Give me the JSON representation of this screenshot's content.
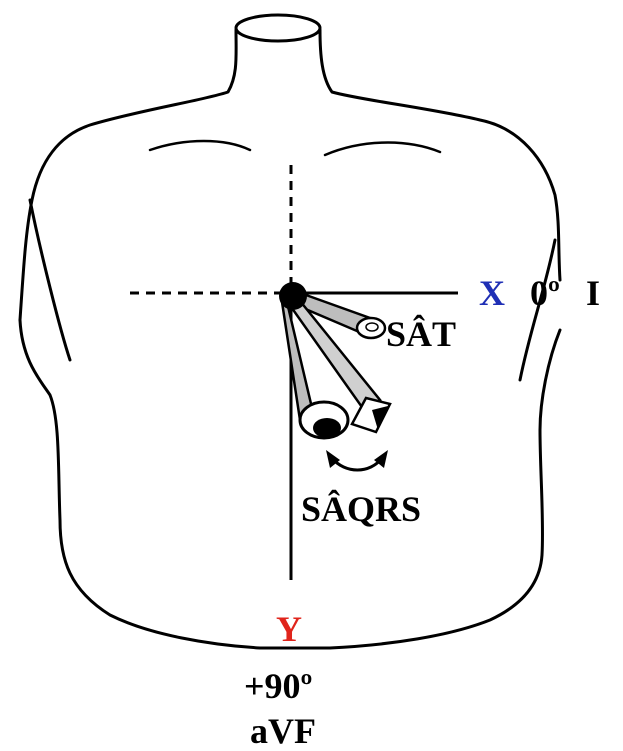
{
  "labels": {
    "x_axis": "X",
    "x_angle": "0º",
    "x_lead": "I",
    "t_vector": "SÂT",
    "qrs_vector": "SÂQRS",
    "y_axis": "Y",
    "y_angle": "+90º",
    "y_lead": "aVF"
  },
  "colors": {
    "x_axis_label": "#1f2fb5",
    "y_axis_label": "#e0241b",
    "text": "#000000",
    "outline": "#000000",
    "vector_fill": "#bdbdbd"
  },
  "icons": {
    "torso": "torso-outline-icon",
    "origin": "origin-dot-icon",
    "rotation": "curved-double-arrow-icon"
  }
}
